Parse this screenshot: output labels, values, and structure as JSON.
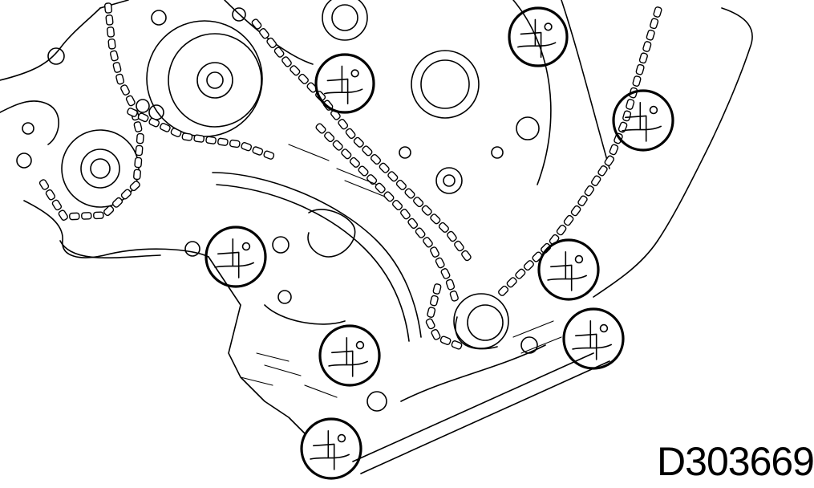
{
  "figure": {
    "id_label": "D303669"
  },
  "callouts": [
    {
      "name": "callout-upper-center"
    },
    {
      "name": "callout-upper-right"
    },
    {
      "name": "callout-right-upper"
    },
    {
      "name": "callout-left-middle"
    },
    {
      "name": "callout-right-middle"
    },
    {
      "name": "callout-right-lower"
    },
    {
      "name": "callout-lower-center"
    },
    {
      "name": "callout-bottom-left"
    }
  ]
}
